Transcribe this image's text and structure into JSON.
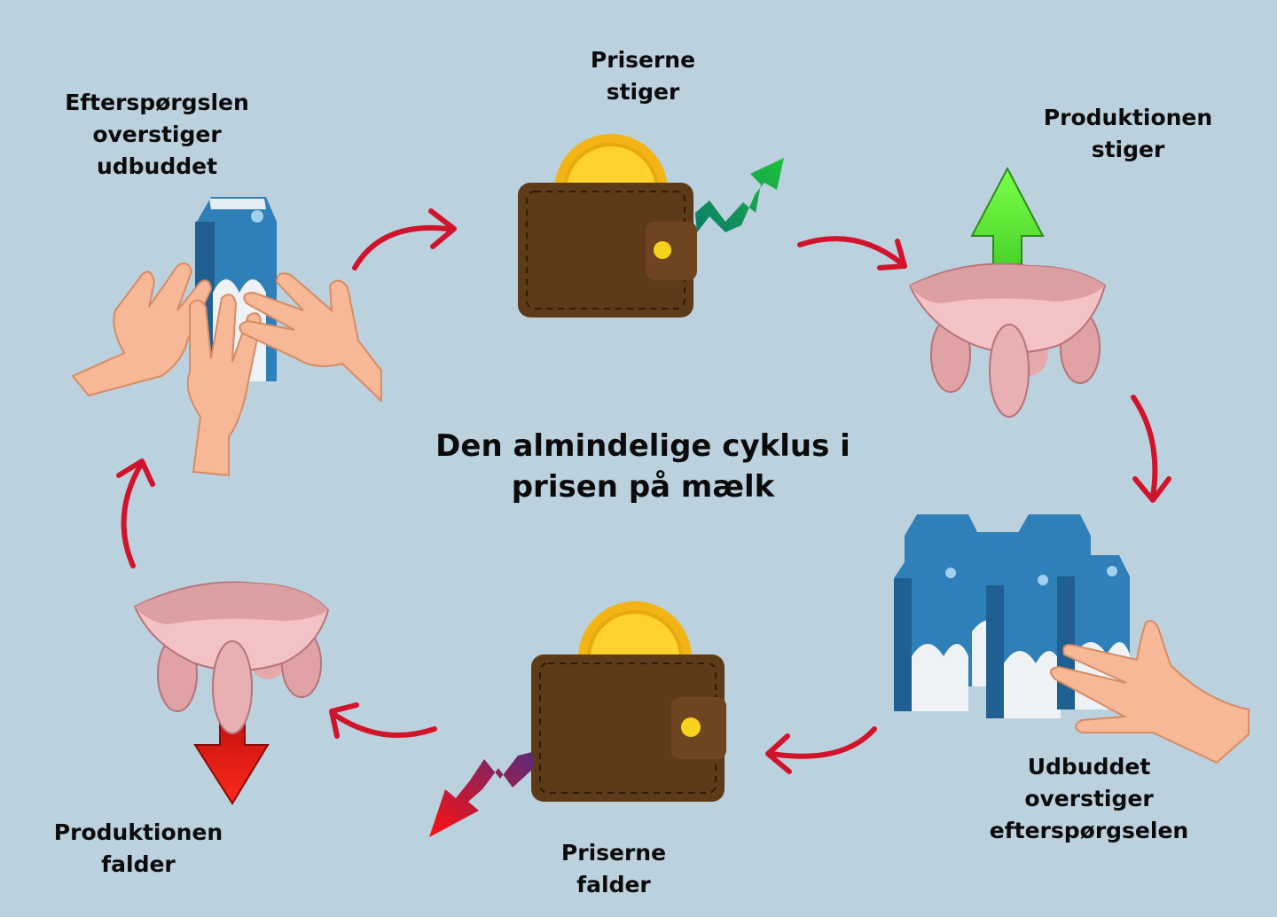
{
  "title": {
    "line1": "Den almindelige cyklus i",
    "line2": "prisen på mælk"
  },
  "stages": {
    "demand_exceeds": {
      "line1": "Efterspørgslen",
      "line2": "overstiger",
      "line3": "udbuddet"
    },
    "prices_rise": {
      "line1": "Priserne",
      "line2": "stiger"
    },
    "production_rises": {
      "line1": "Produktionen",
      "line2": "stiger"
    },
    "supply_exceeds": {
      "line1": "Udbuddet",
      "line2": "overstiger",
      "line3": "efterspørgselen"
    },
    "prices_fall": {
      "line1": "Priserne",
      "line2": "falder"
    },
    "production_falls": {
      "line1": "Produktionen",
      "line2": "falder"
    }
  },
  "icons": {
    "demand": "milk-carton-with-grabbing-hands",
    "prices_rise": "wallet-with-coin-and-rising-arrow",
    "production_rises": "udder-with-up-arrow",
    "supply": "many-milk-cartons-with-hand",
    "prices_fall": "wallet-with-coin-and-falling-arrow",
    "production_falls": "udder-with-down-arrow"
  },
  "colors": {
    "background": "#bcd1de",
    "cycle_arrow": "#d0142c",
    "up_arrow": "#6cf23c",
    "down_arrow": "#e0141a",
    "wallet": "#5d3a18",
    "coin": "#f5c518",
    "carton": "#2f7fb8",
    "skin": "#f6b896",
    "udder": "#f2c2c4"
  }
}
